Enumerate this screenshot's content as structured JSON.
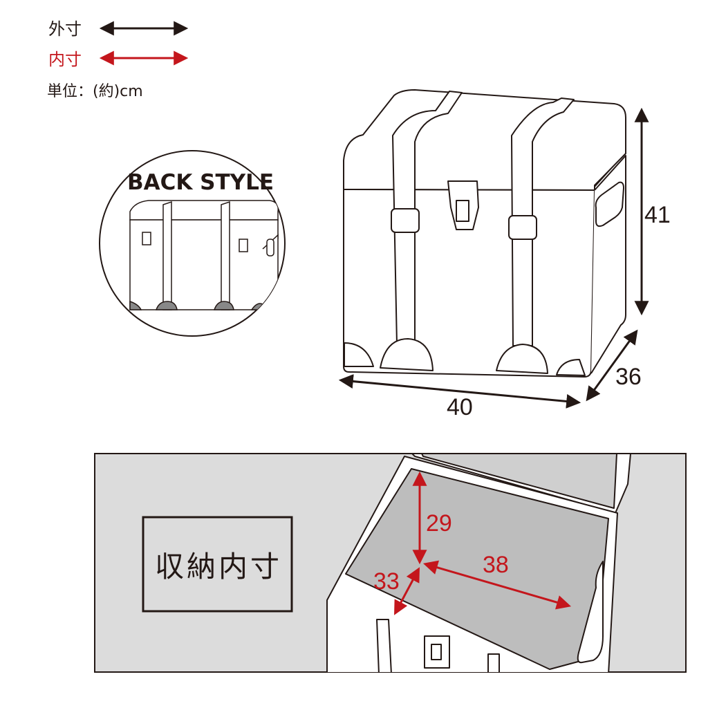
{
  "legend": {
    "outer_label": "外寸",
    "inner_label": "内寸",
    "unit_label": "単位：(約)cm"
  },
  "back_style": {
    "title": "BACK STYLE"
  },
  "outer_dimensions": {
    "height": "41",
    "width": "40",
    "depth": "36"
  },
  "storage": {
    "label": "収納内寸",
    "height": "29",
    "width": "38",
    "depth": "33"
  },
  "colors": {
    "outer_arrow": "#231815",
    "inner_arrow": "#c4161c",
    "panel_bg": "#dcdcdc",
    "inner_floor": "#bdbdbd"
  }
}
